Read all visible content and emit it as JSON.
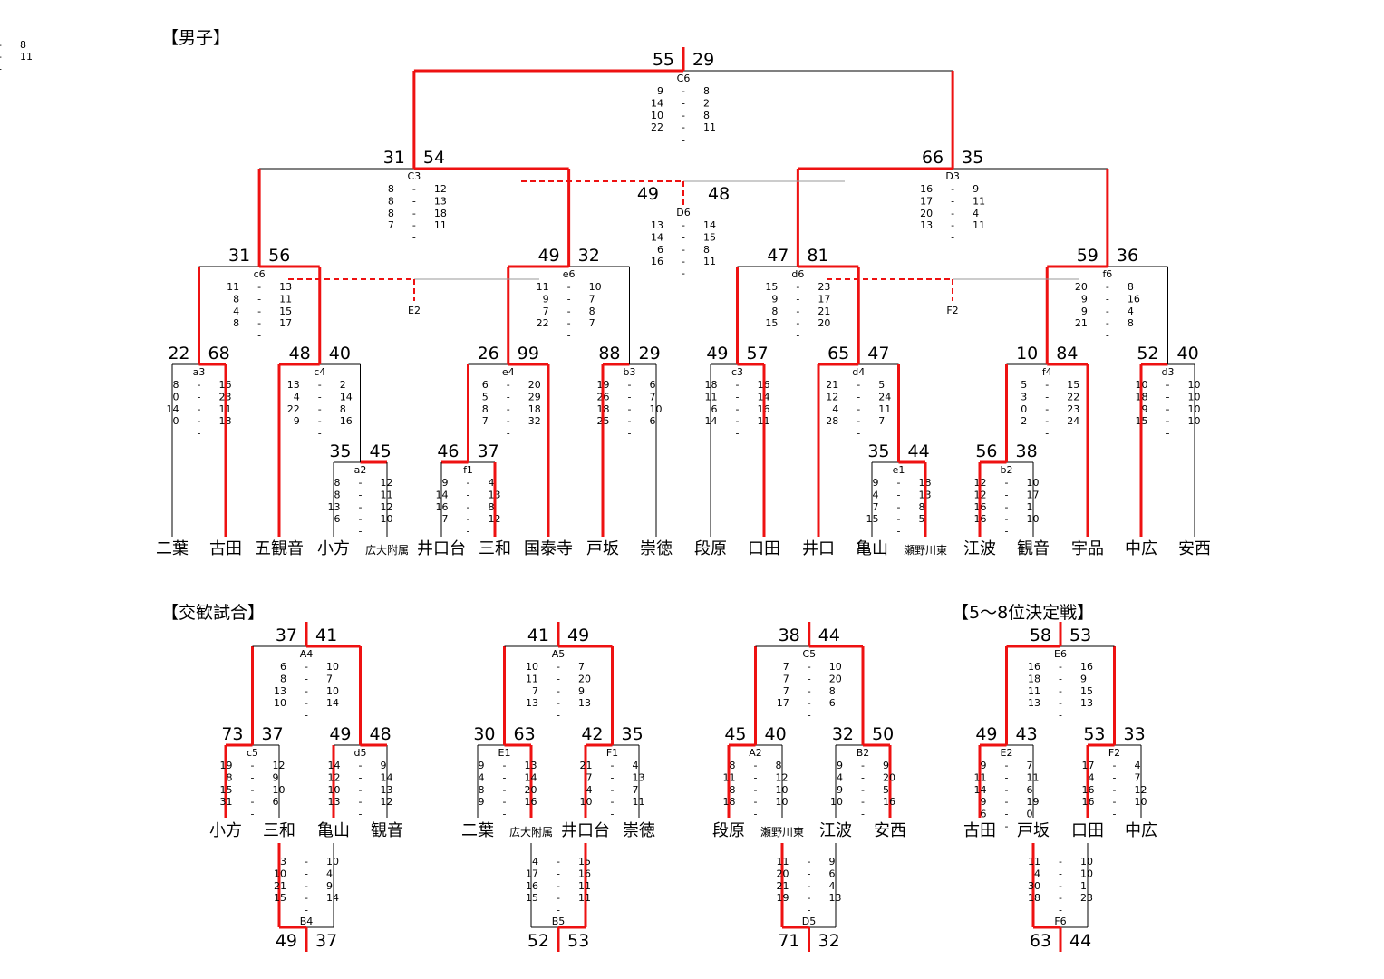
{
  "sections": {
    "boys": "【男子】",
    "exchange": "【交歓試合】",
    "placement": "【5～8位決定戦】"
  },
  "main_teams": [
    "二葉",
    "古田",
    "五観音",
    "小方",
    "広大附属",
    "井口台",
    "三和",
    "国泰寺",
    "戸坂",
    "崇徳",
    "段原",
    "口田",
    "井口",
    "亀山",
    "瀬野川東",
    "江波",
    "観音",
    "宇品",
    "中広",
    "安西"
  ],
  "main_games": [
    {
      "code": "a3",
      "s": [
        "22",
        "68"
      ],
      "q": [
        [
          "8",
          "16"
        ],
        [
          "0",
          "23"
        ],
        [
          "14",
          "11"
        ],
        [
          "0",
          "18"
        ]
      ]
    },
    {
      "code": "a2",
      "s": [
        "35",
        "45"
      ],
      "q": [
        [
          "8",
          "12"
        ],
        [
          "8",
          "11"
        ],
        [
          "13",
          "12"
        ],
        [
          "6",
          "10"
        ]
      ]
    },
    {
      "code": "c4",
      "s": [
        "48",
        "40"
      ],
      "q": [
        [
          "13",
          "2"
        ],
        [
          "4",
          "14"
        ],
        [
          "22",
          "8"
        ],
        [
          "9",
          "16"
        ]
      ]
    },
    {
      "code": "f1",
      "s": [
        "46",
        "37"
      ],
      "q": [
        [
          "9",
          "4"
        ],
        [
          "14",
          "13"
        ],
        [
          "16",
          "8"
        ],
        [
          "7",
          "12"
        ]
      ]
    },
    {
      "code": "e4",
      "s": [
        "26",
        "99"
      ],
      "q": [
        [
          "6",
          "20"
        ],
        [
          "5",
          "29"
        ],
        [
          "8",
          "18"
        ],
        [
          "7",
          "32"
        ]
      ]
    },
    {
      "code": "b3",
      "s": [
        "88",
        "29"
      ],
      "q": [
        [
          "19",
          "6"
        ],
        [
          "26",
          "7"
        ],
        [
          "18",
          "10"
        ],
        [
          "25",
          "6"
        ]
      ]
    },
    {
      "code": "c3",
      "s": [
        "49",
        "57"
      ],
      "q": [
        [
          "18",
          "16"
        ],
        [
          "11",
          "14"
        ],
        [
          "6",
          "16"
        ],
        [
          "14",
          "11"
        ]
      ]
    },
    {
      "code": "e1",
      "s": [
        "35",
        "44"
      ],
      "q": [
        [
          "9",
          "18"
        ],
        [
          "4",
          "13"
        ],
        [
          "7",
          "8"
        ],
        [
          "15",
          "5"
        ]
      ]
    },
    {
      "code": "d4",
      "s": [
        "65",
        "47"
      ],
      "q": [
        [
          "21",
          "5"
        ],
        [
          "12",
          "24"
        ],
        [
          "4",
          "11"
        ],
        [
          "28",
          "7"
        ]
      ]
    },
    {
      "code": "b2",
      "s": [
        "56",
        "38"
      ],
      "q": [
        [
          "12",
          "10"
        ],
        [
          "12",
          "17"
        ],
        [
          "16",
          "1"
        ],
        [
          "16",
          "10"
        ]
      ]
    },
    {
      "code": "f4",
      "s": [
        "10",
        "84"
      ],
      "q": [
        [
          "5",
          "15"
        ],
        [
          "3",
          "22"
        ],
        [
          "0",
          "23"
        ],
        [
          "2",
          "24"
        ]
      ]
    },
    {
      "code": "d3",
      "s": [
        "52",
        "40"
      ],
      "q": [
        [
          "10",
          "10"
        ],
        [
          "18",
          "10"
        ],
        [
          "9",
          "10"
        ],
        [
          "15",
          "10"
        ]
      ]
    },
    {
      "code": "c6",
      "s": [
        "31",
        "56"
      ],
      "q": [
        [
          "11",
          "13"
        ],
        [
          "8",
          "11"
        ],
        [
          "4",
          "15"
        ],
        [
          "8",
          "17"
        ]
      ]
    },
    {
      "code": "e6",
      "s": [
        "49",
        "32"
      ],
      "q": [
        [
          "11",
          "10"
        ],
        [
          "9",
          "7"
        ],
        [
          "7",
          "8"
        ],
        [
          "22",
          "7"
        ]
      ]
    },
    {
      "code": "d6",
      "s": [
        "47",
        "81"
      ],
      "q": [
        [
          "15",
          "23"
        ],
        [
          "9",
          "17"
        ],
        [
          "8",
          "21"
        ],
        [
          "15",
          "20"
        ]
      ]
    },
    {
      "code": "f6",
      "s": [
        "59",
        "36"
      ],
      "q": [
        [
          "20",
          "8"
        ],
        [
          "9",
          "16"
        ],
        [
          "9",
          "4"
        ],
        [
          "21",
          "8"
        ]
      ]
    },
    {
      "code": "C3",
      "s": [
        "31",
        "54"
      ],
      "q": [
        [
          "8",
          "12"
        ],
        [
          "8",
          "13"
        ],
        [
          "8",
          "18"
        ],
        [
          "7",
          "11"
        ]
      ]
    },
    {
      "code": "D3",
      "s": [
        "66",
        "35"
      ],
      "q": [
        [
          "16",
          "9"
        ],
        [
          "17",
          "11"
        ],
        [
          "20",
          "4"
        ],
        [
          "13",
          "11"
        ]
      ]
    },
    {
      "code": "C6",
      "s": [
        "55",
        "29"
      ],
      "q": [
        [
          "9",
          "8"
        ],
        [
          "14",
          "2"
        ],
        [
          "10",
          "8"
        ],
        [
          "22",
          "11"
        ]
      ]
    },
    {
      "code": "D6",
      "s": [
        "49",
        "48"
      ],
      "q": [
        [
          "13",
          "14"
        ],
        [
          "14",
          "15"
        ],
        [
          "6",
          "8"
        ],
        [
          "16",
          "11"
        ]
      ]
    }
  ],
  "side_refs": [
    "E2",
    "F2"
  ],
  "minis": [
    {
      "teams": [
        "小方",
        "三和",
        "亀山",
        "観音"
      ],
      "l": {
        "code": "c5",
        "s": [
          "73",
          "37"
        ],
        "q": [
          [
            "19",
            "12"
          ],
          [
            "8",
            "9"
          ],
          [
            "15",
            "10"
          ],
          [
            "31",
            "6"
          ]
        ]
      },
      "r": {
        "code": "d5",
        "s": [
          "49",
          "48"
        ],
        "q": [
          [
            "14",
            "9"
          ],
          [
            "12",
            "14"
          ],
          [
            "10",
            "13"
          ],
          [
            "13",
            "12"
          ]
        ]
      },
      "t": {
        "code": "A4",
        "s": [
          "37",
          "41"
        ],
        "q": [
          [
            "6",
            "10"
          ],
          [
            "8",
            "7"
          ],
          [
            "13",
            "10"
          ],
          [
            "10",
            "14"
          ]
        ]
      },
      "b": {
        "code": "B4",
        "s": [
          "49",
          "37"
        ],
        "q": [
          [
            "3",
            "10"
          ],
          [
            "10",
            "4"
          ],
          [
            "21",
            "9"
          ],
          [
            "15",
            "14"
          ]
        ]
      }
    },
    {
      "teams": [
        "二葉",
        "広大附属",
        "井口台",
        "崇徳"
      ],
      "l": {
        "code": "E1",
        "s": [
          "30",
          "63"
        ],
        "q": [
          [
            "9",
            "13"
          ],
          [
            "4",
            "14"
          ],
          [
            "8",
            "20"
          ],
          [
            "9",
            "16"
          ]
        ]
      },
      "r": {
        "code": "F1",
        "s": [
          "42",
          "35"
        ],
        "q": [
          [
            "21",
            "4"
          ],
          [
            "7",
            "13"
          ],
          [
            "4",
            "7"
          ],
          [
            "10",
            "11"
          ]
        ]
      },
      "t": {
        "code": "A5",
        "s": [
          "41",
          "49"
        ],
        "q": [
          [
            "10",
            "7"
          ],
          [
            "11",
            "20"
          ],
          [
            "7",
            "9"
          ],
          [
            "13",
            "13"
          ]
        ]
      },
      "b": {
        "code": "B5",
        "s": [
          "52",
          "53"
        ],
        "q": [
          [
            "4",
            "15"
          ],
          [
            "17",
            "16"
          ],
          [
            "16",
            "11"
          ],
          [
            "15",
            "11"
          ]
        ]
      }
    },
    {
      "teams": [
        "段原",
        "瀬野川東",
        "江波",
        "安西"
      ],
      "l": {
        "code": "A2",
        "s": [
          "45",
          "40"
        ],
        "q": [
          [
            "8",
            "8"
          ],
          [
            "11",
            "12"
          ],
          [
            "8",
            "10"
          ],
          [
            "18",
            "10"
          ]
        ]
      },
      "r": {
        "code": "B2",
        "s": [
          "32",
          "50"
        ],
        "q": [
          [
            "9",
            "9"
          ],
          [
            "4",
            "20"
          ],
          [
            "9",
            "5"
          ],
          [
            "10",
            "16"
          ]
        ]
      },
      "t": {
        "code": "C5",
        "s": [
          "38",
          "44"
        ],
        "q": [
          [
            "7",
            "10"
          ],
          [
            "7",
            "20"
          ],
          [
            "7",
            "8"
          ],
          [
            "17",
            "6"
          ]
        ]
      },
      "b": {
        "code": "D5",
        "s": [
          "71",
          "32"
        ],
        "q": [
          [
            "11",
            "9"
          ],
          [
            "20",
            "6"
          ],
          [
            "21",
            "4"
          ],
          [
            "19",
            "13"
          ]
        ]
      }
    },
    {
      "teams": [
        "古田",
        "戸坂",
        "口田",
        "中広"
      ],
      "l": {
        "code": "E2",
        "s": [
          "49",
          "43"
        ],
        "q": [
          [
            "9",
            "7"
          ],
          [
            "11",
            "11"
          ],
          [
            "14",
            "6"
          ],
          [
            "9",
            "19"
          ],
          [
            "6",
            "0"
          ]
        ]
      },
      "r": {
        "code": "F2",
        "s": [
          "53",
          "33"
        ],
        "q": [
          [
            "17",
            "4"
          ],
          [
            "4",
            "7"
          ],
          [
            "16",
            "12"
          ],
          [
            "16",
            "10"
          ]
        ]
      },
      "t": {
        "code": "E6",
        "s": [
          "58",
          "53"
        ],
        "q": [
          [
            "16",
            "16"
          ],
          [
            "18",
            "9"
          ],
          [
            "11",
            "15"
          ],
          [
            "13",
            "13"
          ]
        ]
      },
      "b": {
        "code": "F6",
        "s": [
          "63",
          "44"
        ],
        "q": [
          [
            "11",
            "10"
          ],
          [
            "4",
            "10"
          ],
          [
            "30",
            "1"
          ],
          [
            "18",
            "23"
          ]
        ]
      }
    }
  ],
  "colors": {
    "win": "#ee1111",
    "line": "#000000",
    "guide": "#999999"
  }
}
